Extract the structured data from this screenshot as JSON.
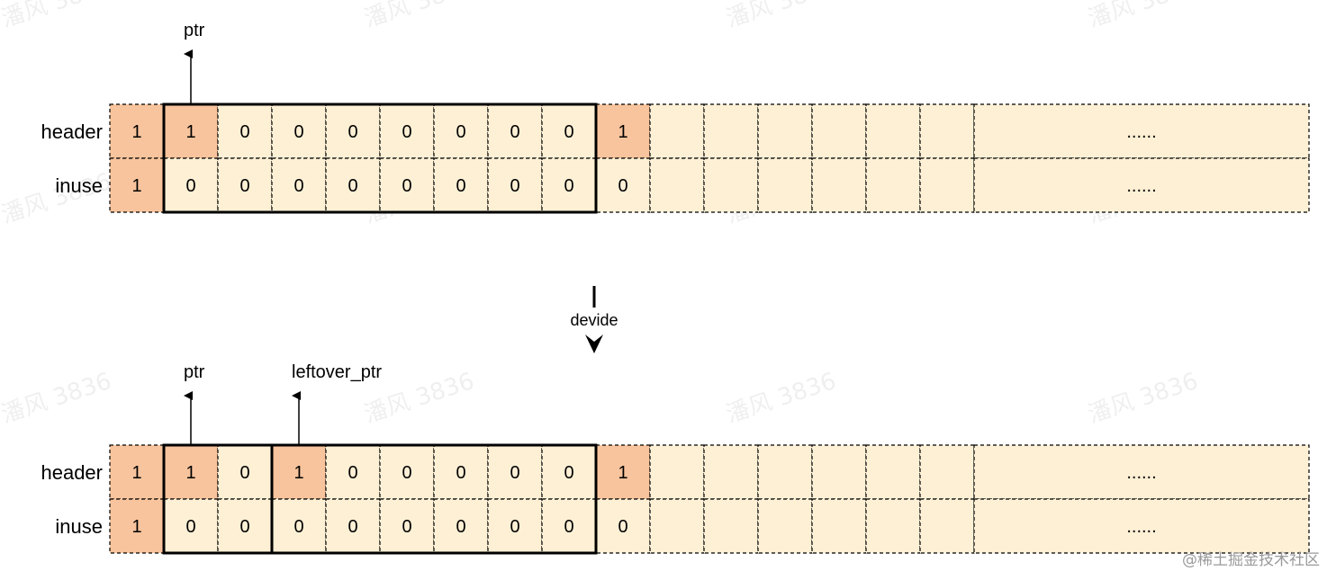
{
  "watermark_text": "潘风 3836",
  "credit_text": "@稀土掘金技术社区",
  "colors": {
    "cell_fill": "#fdf0d5",
    "highlight_fill": "#f8c49d",
    "border": "#000000",
    "background": "#ffffff"
  },
  "operation_label": "devide",
  "before": {
    "pointers": [
      {
        "label": "ptr",
        "cell_index": 1
      }
    ],
    "rows": [
      {
        "label": "header",
        "cells": [
          "1",
          "1",
          "0",
          "0",
          "0",
          "0",
          "0",
          "0",
          "0",
          "1",
          "",
          "",
          "",
          "",
          "",
          "",
          "......"
        ],
        "highlight": [
          0,
          1,
          9
        ]
      },
      {
        "label": "inuse",
        "cells": [
          "1",
          "0",
          "0",
          "0",
          "0",
          "0",
          "0",
          "0",
          "0",
          "0",
          "",
          "",
          "",
          "",
          "",
          "",
          "......"
        ],
        "highlight": [
          0
        ]
      }
    ],
    "solid_groups": [
      [
        1,
        8
      ]
    ]
  },
  "after": {
    "pointers": [
      {
        "label": "ptr",
        "cell_index": 1
      },
      {
        "label": "leftover_ptr",
        "cell_index": 3
      }
    ],
    "rows": [
      {
        "label": "header",
        "cells": [
          "1",
          "1",
          "0",
          "1",
          "0",
          "0",
          "0",
          "0",
          "0",
          "1",
          "",
          "",
          "",
          "",
          "",
          "",
          "......"
        ],
        "highlight": [
          0,
          1,
          3,
          9
        ]
      },
      {
        "label": "inuse",
        "cells": [
          "1",
          "0",
          "0",
          "0",
          "0",
          "0",
          "0",
          "0",
          "0",
          "0",
          "",
          "",
          "",
          "",
          "",
          "",
          "......"
        ],
        "highlight": [
          0
        ]
      }
    ],
    "solid_groups": [
      [
        1,
        2
      ],
      [
        3,
        8
      ]
    ]
  }
}
